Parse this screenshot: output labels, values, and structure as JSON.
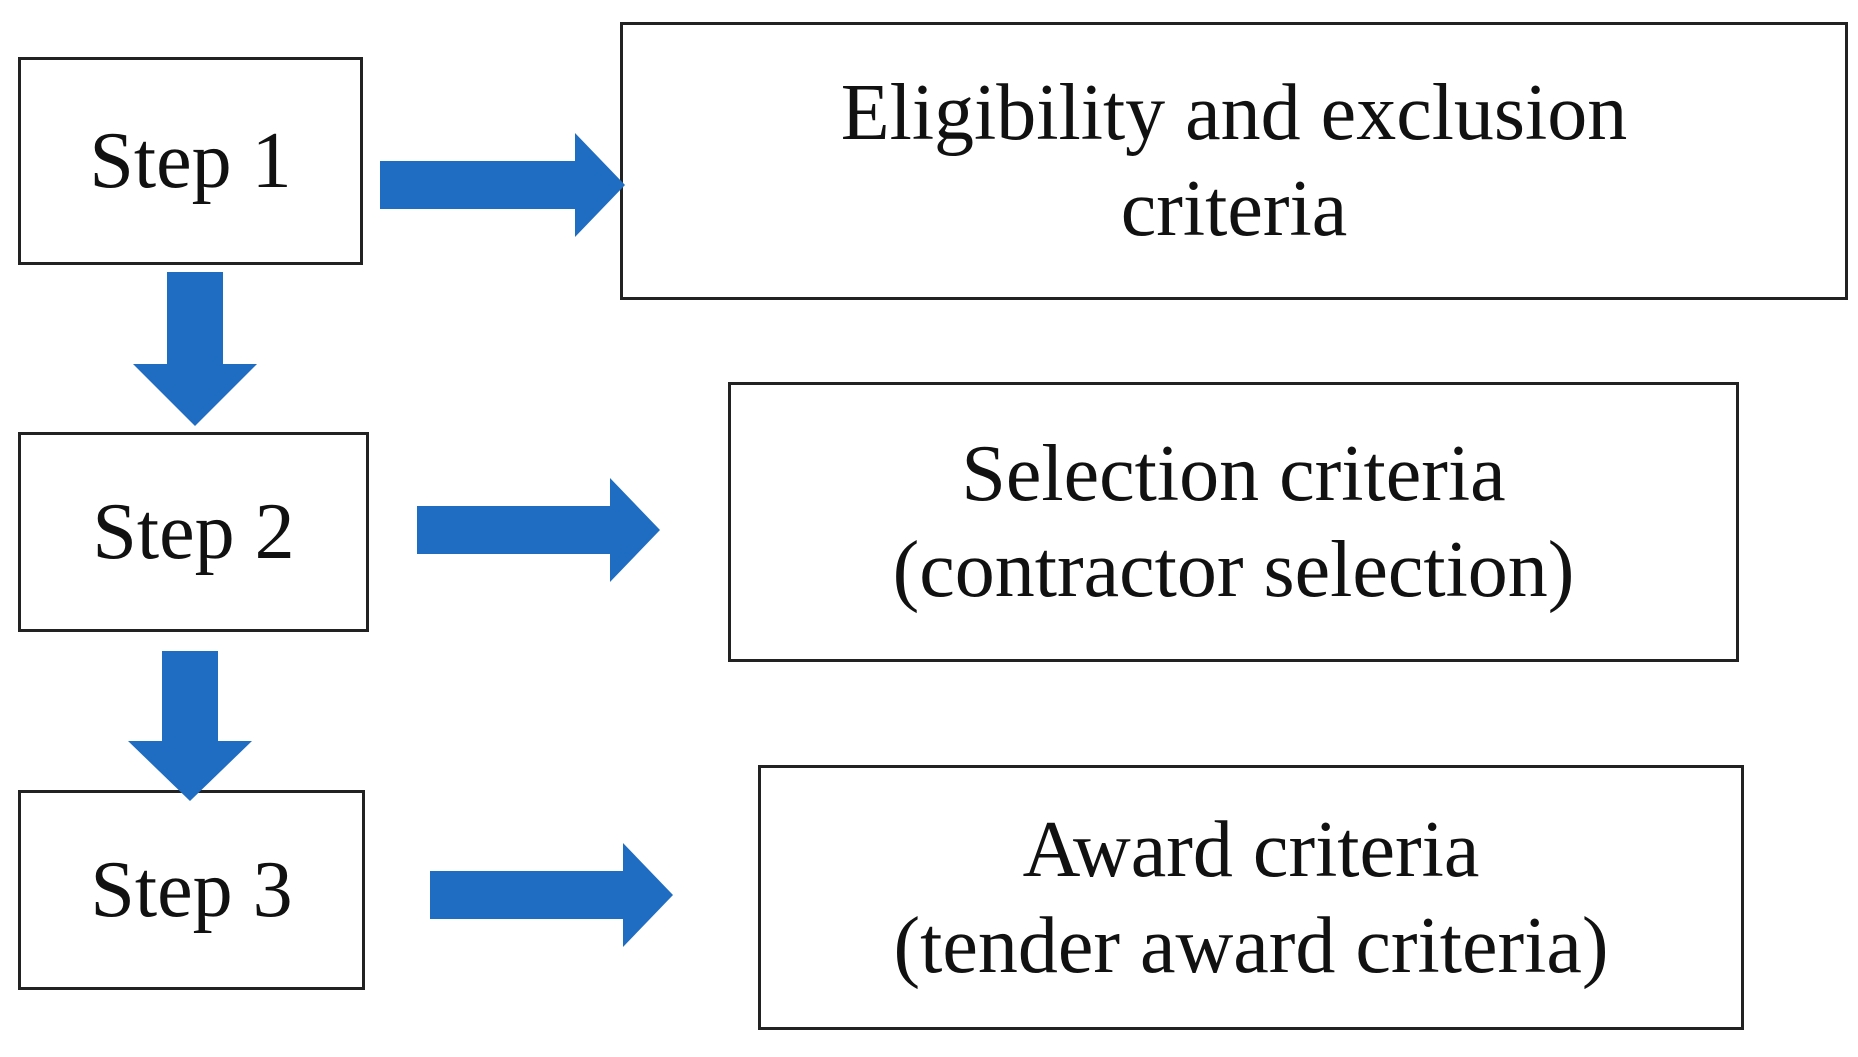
{
  "colors": {
    "arrow": "#1f6dc2",
    "border": "#222222"
  },
  "steps": [
    {
      "label": "Step 1"
    },
    {
      "label": "Step 2"
    },
    {
      "label": "Step 3"
    }
  ],
  "criteria": [
    {
      "line1": "Eligibility and exclusion",
      "line2": "criteria"
    },
    {
      "line1": "Selection criteria",
      "line2": "(contractor selection)"
    },
    {
      "line1": "Award criteria",
      "line2": "(tender award criteria)"
    }
  ]
}
